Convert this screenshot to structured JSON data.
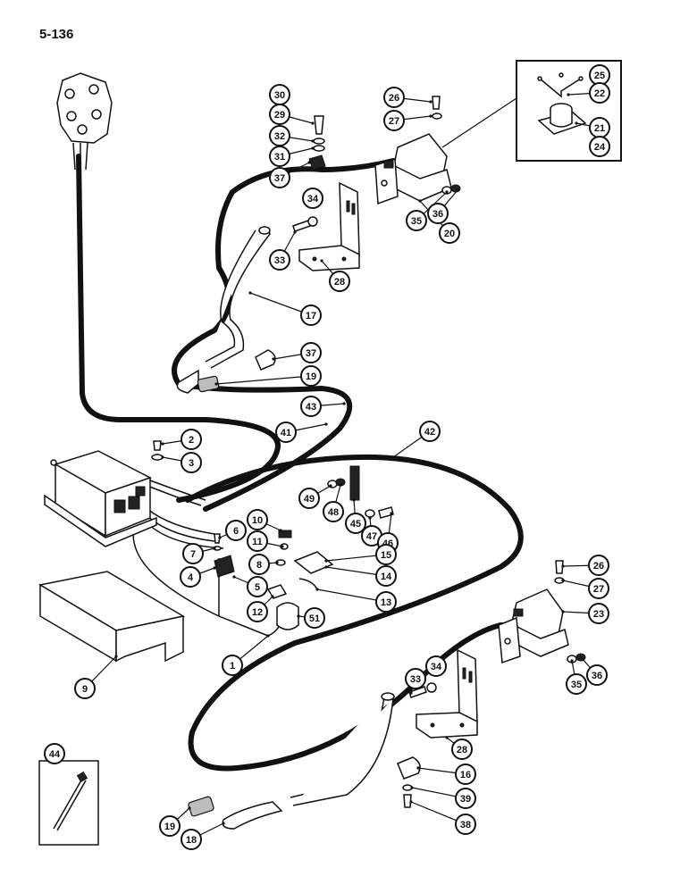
{
  "page_number": "5-136",
  "callouts": [
    {
      "label": "30"
    },
    {
      "label": "29"
    },
    {
      "label": "32"
    },
    {
      "label": "31"
    },
    {
      "label": "37"
    },
    {
      "label": "26"
    },
    {
      "label": "27"
    },
    {
      "label": "25"
    },
    {
      "label": "22"
    },
    {
      "label": "21"
    },
    {
      "label": "24"
    },
    {
      "label": "34"
    },
    {
      "label": "33"
    },
    {
      "label": "28"
    },
    {
      "label": "20"
    },
    {
      "label": "35"
    },
    {
      "label": "36"
    },
    {
      "label": "17"
    },
    {
      "label": "37"
    },
    {
      "label": "19"
    },
    {
      "label": "43"
    },
    {
      "label": "41"
    },
    {
      "label": "42"
    },
    {
      "label": "2"
    },
    {
      "label": "3"
    },
    {
      "label": "49"
    },
    {
      "label": "48"
    },
    {
      "label": "45"
    },
    {
      "label": "47"
    },
    {
      "label": "46"
    },
    {
      "label": "10"
    },
    {
      "label": "11"
    },
    {
      "label": "6"
    },
    {
      "label": "7"
    },
    {
      "label": "8"
    },
    {
      "label": "15"
    },
    {
      "label": "14"
    },
    {
      "label": "4"
    },
    {
      "label": "5"
    },
    {
      "label": "13"
    },
    {
      "label": "12"
    },
    {
      "label": "51"
    },
    {
      "label": "26"
    },
    {
      "label": "27"
    },
    {
      "label": "23"
    },
    {
      "label": "1"
    },
    {
      "label": "9"
    },
    {
      "label": "34"
    },
    {
      "label": "33"
    },
    {
      "label": "35"
    },
    {
      "label": "36"
    },
    {
      "label": "28"
    },
    {
      "label": "44"
    },
    {
      "label": "16"
    },
    {
      "label": "39"
    },
    {
      "label": "19"
    },
    {
      "label": "18"
    },
    {
      "label": "38"
    }
  ]
}
